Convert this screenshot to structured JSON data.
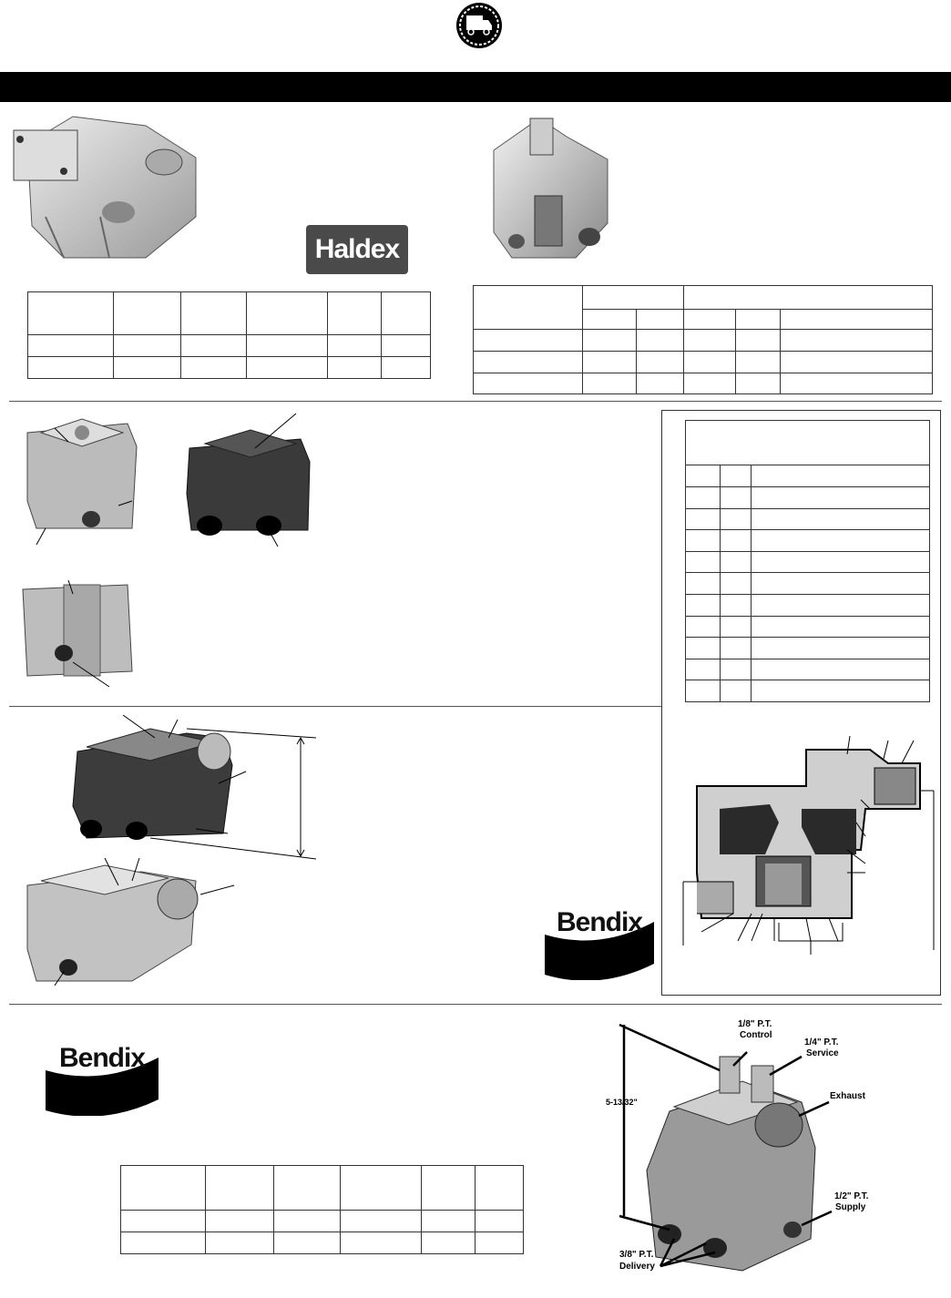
{
  "logos": {
    "haldex": "Haldex",
    "bendix_1": "Bendix",
    "bendix_2": "Bendix"
  },
  "diagram_labels": {
    "control": [
      "1/8\" P.T.",
      "Control"
    ],
    "service": [
      "1/4\" P.T.",
      "Service"
    ],
    "exhaust": "Exhaust",
    "supply": [
      "1/2\" P.T.",
      "Supply"
    ],
    "delivery": [
      "3/8\" P.T.",
      "Delivery"
    ],
    "height": "5-13/32\""
  },
  "colors": {
    "header_bar": "#000000",
    "rule": "#555555"
  }
}
